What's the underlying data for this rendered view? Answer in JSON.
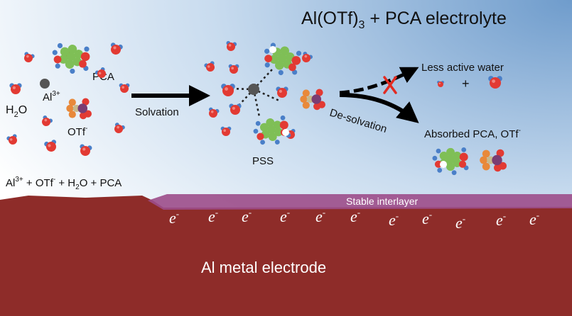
{
  "title": {
    "main": "Al(OTf)",
    "sub": "3",
    "rest": " + PCA electrolyte"
  },
  "species": {
    "water": {
      "main": "H",
      "sub": "2",
      "rest": "O"
    },
    "al_ion": {
      "main": "Al",
      "sup": "3+"
    },
    "pca": "PCA",
    "otf": {
      "main": "OTf",
      "sup": "-"
    }
  },
  "mixture": {
    "al": "Al",
    "al_sup": "3+",
    "plus1": " + OTf",
    "otf_sup": "-",
    "plus2": " + H",
    "h2o_sub": "2",
    "plus3": "O + PCA"
  },
  "steps": {
    "solvation": "Solvation",
    "desolvation": "De-solvation"
  },
  "complex": "PSS",
  "outcomes": {
    "less_active_water": "Less active water",
    "plus": "+",
    "absorbed": {
      "main": "Absorbed PCA, OTf",
      "sup": "-"
    }
  },
  "interlayer": "Stable interlayer",
  "electron": {
    "main": "e",
    "sup": "-"
  },
  "electrode": "Al metal electrode",
  "colors": {
    "electrode": "#8e2c29",
    "interlayer": "#9c4d8a",
    "background_top": "#6f9ccc",
    "oxygen": "#e23a33",
    "hydrogen": "#4a7fc8",
    "pca_carbon": "#7fbf56",
    "otf_orange": "#e8893a",
    "otf_purple": "#7a3d73",
    "al_ion": "#555555",
    "block_mark": "#e22b22"
  }
}
